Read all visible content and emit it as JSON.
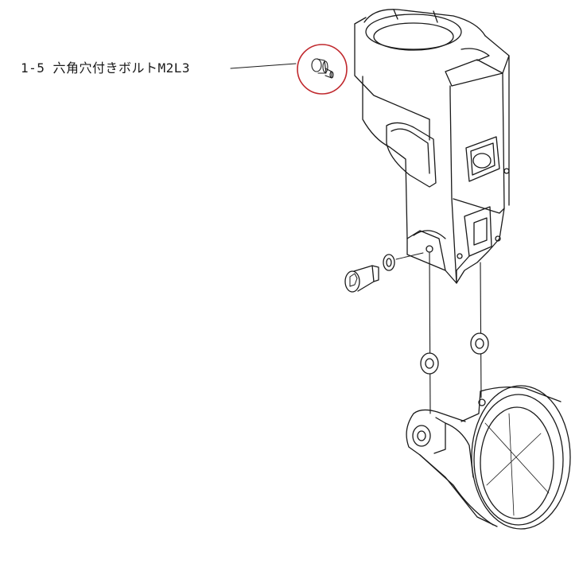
{
  "callout": {
    "label": "1-5 六角穴付きボルトM2L3",
    "highlight_color": "#c0282d",
    "line_color": "#1a1a1a"
  },
  "parts": [
    {
      "name": "upper-body",
      "visual": "frame housing with round socket"
    },
    {
      "name": "hex-socket-bolt-m2l3",
      "visual": "small bolt, circled"
    },
    {
      "name": "flat-head-screw",
      "visual": "hex socket screw"
    },
    {
      "name": "washer-upper",
      "visual": "washer"
    },
    {
      "name": "washer-lower-left",
      "visual": "washer"
    },
    {
      "name": "washer-lower-right",
      "visual": "washer"
    },
    {
      "name": "lamp-head",
      "visual": "reflector housing"
    }
  ]
}
